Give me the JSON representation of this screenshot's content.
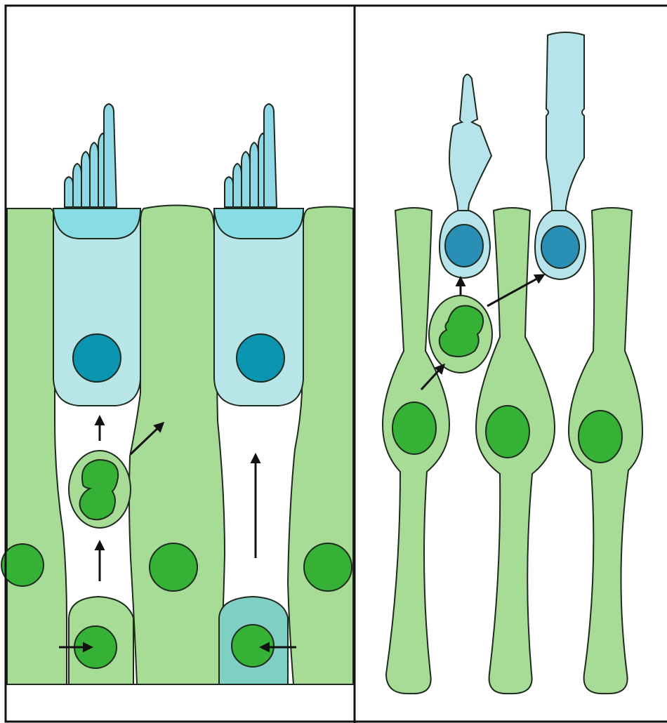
{
  "figure": {
    "panels": [
      {
        "name": "left-panel",
        "columns": 2,
        "cells": [
          "supporting-cell",
          "hair-cell",
          "dividing-progenitor",
          "basal-progenitor"
        ]
      },
      {
        "name": "right-panel",
        "cells": [
          "bipolar-support-cell",
          "dividing-progenitor",
          "cone-photoreceptor",
          "rod-photoreceptor"
        ]
      }
    ],
    "colors": {
      "border": "#111111",
      "support_cell": "#a6dc95",
      "support_nucleus": "#35b135",
      "hair_cell_body": "#b8e6e8",
      "cuticular_plate": "#88dce4",
      "stereocilia": "#8fd7e6",
      "hair_nucleus": "#0b95b0",
      "photoreceptor": "#b6e4ea",
      "photoreceptor_nucleus": "#2a8fb5",
      "transdifferentiating_cell": "#80cfc4",
      "outline": "#1f2a1f"
    },
    "arrows": {
      "left": [
        "up-to-hair-cell",
        "diagonal-to-support-cell",
        "up-from-progenitor",
        "up-long-right-column",
        "inward-left",
        "inward-right"
      ],
      "right": [
        "up-to-cone",
        "diagonal-to-rod",
        "diagonal-from-support-cell"
      ]
    }
  }
}
